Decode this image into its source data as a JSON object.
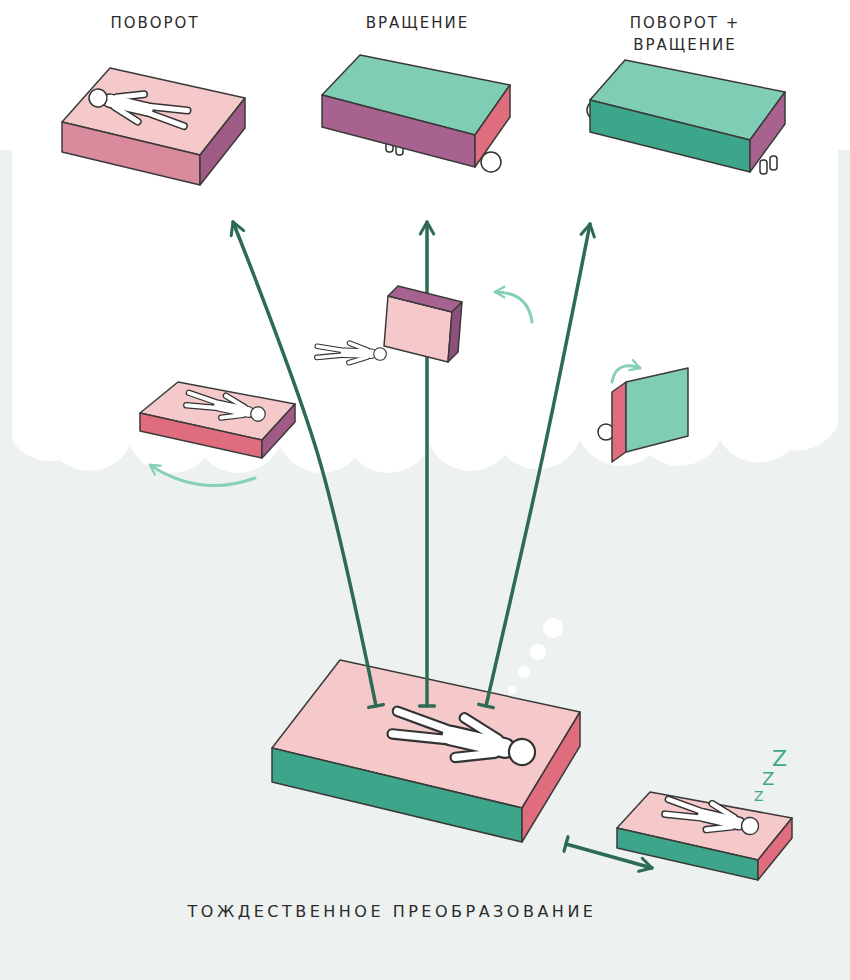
{
  "diagram": {
    "nodes": [
      {
        "text": [
          "ПОВОРОТ"
        ]
      },
      {
        "text": [
          "ВРАЩЕНИЕ"
        ]
      },
      {
        "text": [
          "ПОВОРОТ + ВРАЩЕНИЕ"
        ]
      },
      {},
      {}
    ],
    "edges": [
      {
        "from": 3,
        "to": 0,
        "arrow": "to"
      },
      {
        "from": 3,
        "to": 1,
        "arrow": "to"
      },
      {
        "from": 3,
        "to": 2,
        "arrow": "to"
      },
      {
        "from": 3,
        "to": 4,
        "arrow": "to"
      }
    ],
    "labels": [
      "Z",
      "Z",
      "Z",
      "ТОЖДЕСТВЕННОЕ ПРЕОБРАЗОВАНИЕ"
    ]
  }
}
